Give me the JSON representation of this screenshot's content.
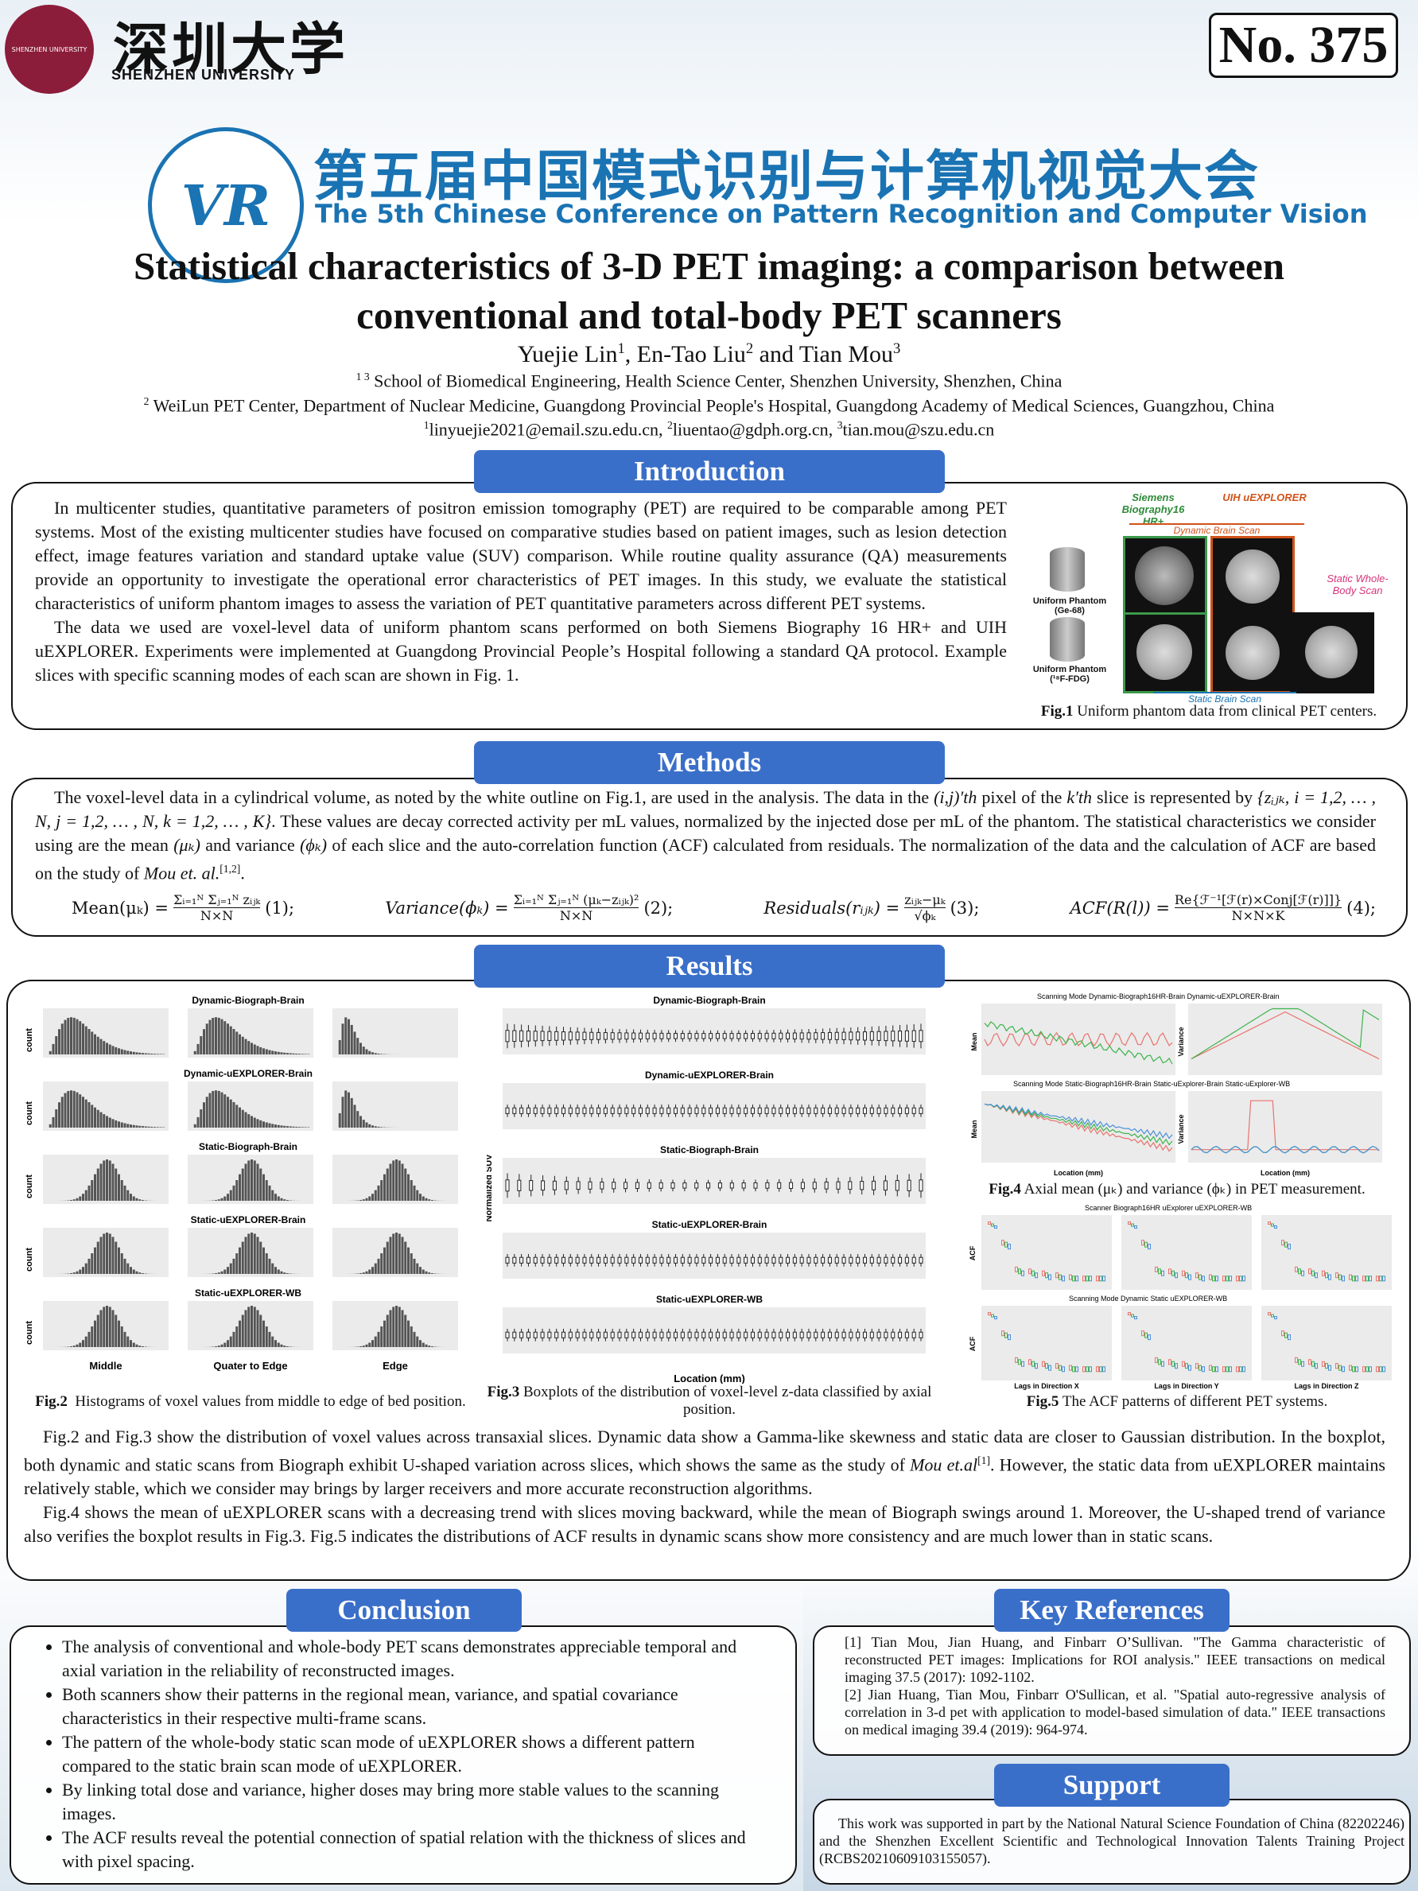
{
  "header": {
    "university_cn": "深圳大学",
    "university_en": "SHENZHEN UNIVERSITY",
    "poster_no": "No. 375",
    "conference_cn": "第五届中国模式识别与计算机视觉大会",
    "conference_en": "The 5th Chinese Conference on Pattern Recognition and Computer Vision",
    "logo_text": "VR"
  },
  "paper": {
    "title_line1": "Statistical characteristics of 3-D PET imaging: a comparison between",
    "title_line2": "conventional and total-body PET scanners",
    "authors": [
      {
        "name": "Yuejie Lin",
        "sup": "1"
      },
      {
        "name": "En-Tao Liu",
        "sup": "2"
      },
      {
        "name": "Tian Mou",
        "sup": "3"
      }
    ],
    "affiliation1": {
      "sup": "1 3",
      "text": "School of Biomedical Engineering, Health Science Center, Shenzhen University, Shenzhen, China"
    },
    "affiliation2": {
      "sup": "2",
      "text": "WeiLun PET Center, Department of Nuclear Medicine, Guangdong Provincial People's Hospital, Guangdong Academy of Medical Sciences, Guangzhou, China"
    },
    "emails": [
      {
        "sup": "1",
        "addr": "linyuejie2021@email.szu.edu.cn"
      },
      {
        "sup": "2",
        "addr": "liuentao@gdph.org.cn"
      },
      {
        "sup": "3",
        "addr": "tian.mou@szu.edu.cn"
      }
    ]
  },
  "introduction": {
    "heading": "Introduction",
    "p1": "In multicenter studies, quantitative parameters of positron emission tomography (PET) are required to be comparable among PET systems. Most of the existing multicenter studies have focused on comparative studies based on patient images, such as lesion detection effect, image features variation and standard uptake value (SUV) comparison. While routine quality assurance (QA) measurements provide an opportunity to investigate the operational error characteristics of PET images. In this study, we evaluate the statistical characteristics of uniform phantom images to assess the variation of PET quantitative parameters across different PET systems.",
    "p2": "The data we used are voxel-level data of uniform phantom scans performed on both Siemens Biography 16 HR+ and UIH uEXPLORER. Experiments were implemented at Guangdong Provincial People’s Hospital following a standard QA protocol. Example slices with specific scanning modes of each scan are shown in Fig. 1.",
    "fig1": {
      "siemens": "Siemens Biography16 HR+",
      "uih": "UIH uEXPLORER",
      "dynamic": "Dynamic Brain Scan",
      "static_wb": "Static Whole-Body Scan",
      "static_brain": "Static Brain Scan",
      "phantom1": "Uniform Phantom (Ge-68)",
      "phantom2": "Uniform Phantom (¹⁸F-FDG)",
      "caption_label": "Fig.1",
      "caption": "Uniform phantom data from clinical PET centers."
    }
  },
  "methods": {
    "heading": "Methods",
    "p1a": "The voxel-level data in a cylindrical volume, as noted by the white outline on Fig.1, are used in the analysis. The data in the ",
    "p1b": "(i,j)′th",
    "p1c": " pixel of the ",
    "p1d": "k′th",
    "p1e": " slice is represented by ",
    "p1f": "{zᵢⱼₖ, i = 1,2, … , N, j = 1,2, … , N, k = 1,2, … , K}",
    "p1g": ". These values are decay corrected activity per mL values, normalized by the injected dose per mL of the phantom. The statistical characteristics we consider using are the mean ",
    "p1h": "(μₖ)",
    "p1i": " and variance ",
    "p1j": "(ϕₖ)",
    "p1k": " of each slice and the auto-correlation function (ACF) calculated from residuals. The normalization of the data and the calculation of ACF are based on the study of ",
    "p1l": "Mou et. al.",
    "p1m": "[1,2]",
    "p1n": ".",
    "formulas": [
      {
        "lhs": "Mean(μₖ) =",
        "num": "Σᵢ₌₁ᴺ Σⱼ₌₁ᴺ zᵢⱼₖ",
        "den": "N×N",
        "tag": "(1);"
      },
      {
        "lhs": "Variance(ϕₖ) =",
        "num": "Σᵢ₌₁ᴺ Σⱼ₌₁ᴺ (μₖ−zᵢⱼₖ)²",
        "den": "N×N",
        "tag": "(2);"
      },
      {
        "lhs": "Residuals(rᵢⱼₖ) =",
        "num": "zᵢⱼₖ−μₖ",
        "den": "√ϕₖ",
        "tag": "(3);"
      },
      {
        "lhs": "ACF(R(l)) =",
        "num": "Re{ℱ⁻¹[ℱ(r)×Conj[ℱ(r)]]}",
        "den": "N×N×K",
        "tag": "(4);"
      }
    ]
  },
  "results": {
    "heading": "Results",
    "fig2": {
      "rows": [
        "Dynamic-Biograph-Brain",
        "Dynamic-uEXPLORER-Brain",
        "Static-Biograph-Brain",
        "Static-uEXPLORER-Brain",
        "Static-uEXPLORER-WB"
      ],
      "ylabel": "count",
      "cols": [
        "Middle",
        "Quater to Edge",
        "Edge"
      ],
      "caption_label": "Fig.2",
      "caption": "Histograms of voxel values from middle to edge of bed position."
    },
    "fig3": {
      "rows": [
        "Dynamic-Biograph-Brain",
        "Dynamic-uEXPLORER-Brain",
        "Static-Biograph-Brain",
        "Static-uEXPLORER-Brain",
        "Static-uEXPLORER-WB"
      ],
      "ylabel": "Normalized SUV",
      "xlabel": "Location (mm)",
      "caption_label": "Fig.3",
      "caption": "Boxplots of the distribution of voxel-level z-data classified by axial position."
    },
    "fig4": {
      "legend1_title": "Scanning Mode",
      "legend1": [
        "Dynamic-Biograph16HR-Brain",
        "Dynamic-uEXPLORER-Brain"
      ],
      "legend2_title": "Scanning Mode",
      "legend2": [
        "Static-Biograph16HR-Brain",
        "Static-uExplorer-Brain",
        "Static-uExplorer-WB"
      ],
      "ylabel_mean": "Mean",
      "ylabel_var": "Variance",
      "xlabel": "Location (mm)",
      "caption_label": "Fig.4",
      "caption": "Axial mean (μₖ) and variance (ϕₖ) in PET measurement."
    },
    "fig5": {
      "legend1_title": "Scanner",
      "legend1": [
        "Biograph16HR",
        "uExplorer",
        "uEXPLORER-WB"
      ],
      "legend2_title": "Scanning Mode",
      "legend2": [
        "Dynamic",
        "Static",
        "uEXPLORER-WB"
      ],
      "ylabel": "ACF",
      "xlabels": [
        "Lags in Direction X",
        "Lags in Direction Y",
        "Lags in Direction Z"
      ],
      "caption_label": "Fig.5",
      "caption": "The ACF patterns of different PET systems."
    },
    "p1a": "Fig.2 and Fig.3 show the distribution of voxel values across transaxial slices. Dynamic data show a Gamma-like skewness and static data are closer to Gaussian distribution. In the boxplot, both dynamic and static scans from Biograph exhibit U-shaped variation across slices, which shows the same as the study of ",
    "p1b": "Mou et.al",
    "p1c": "[1]",
    "p1d": ". However, the static data from uEXPLORER maintains relatively stable, which we consider may brings by larger receivers and more accurate reconstruction algorithms.",
    "p2": "Fig.4 shows the mean of uEXPLORER scans with a decreasing trend with slices moving backward, while the mean of Biograph swings around 1. Moreover, the U-shaped trend of variance also verifies the boxplot results in Fig.3. Fig.5 indicates the distributions of ACF results in dynamic scans show more consistency and are much lower than in static scans."
  },
  "conclusion": {
    "heading": "Conclusion",
    "items": [
      "The analysis of conventional and whole-body PET scans demonstrates appreciable temporal and axial variation in the reliability of reconstructed images.",
      "Both scanners show their patterns in the regional mean, variance, and spatial covariance characteristics in their respective multi-frame scans.",
      "The pattern of the whole-body static scan mode of uEXPLORER shows a different pattern compared to the static brain scan mode of uEXPLORER.",
      "By linking total dose and variance, higher doses may bring more stable values to the scanning images.",
      "The ACF results reveal the potential connection of spatial relation with the thickness of slices and with pixel spacing."
    ]
  },
  "references": {
    "heading": "Key References",
    "items": [
      "[1] Tian Mou, Jian Huang, and Finbarr O’Sullivan. \"The Gamma characteristic of reconstructed PET images: Implications for ROI analysis.\" IEEE transactions on medical imaging 37.5 (2017): 1092-1102.",
      "[2] Jian Huang, Tian Mou, Finbarr O'Sullican, et al. \"Spatial auto-regressive analysis of correlation in 3-d pet with application to model-based simulation of data.\" IEEE transactions on medical imaging 39.4 (2019): 964-974."
    ]
  },
  "support": {
    "heading": "Support",
    "text": "This work was supported in part by the National Natural Science Foundation of China (82202246) and the Shenzhen Excellent Scientific and Technological Innovation Talents Training Project (RCBS20210609103155057)."
  },
  "colors": {
    "accent": "#3a6fc9",
    "conference": "#1a73b3",
    "seal": "#8c1d3a",
    "series_red": "#e8736c",
    "series_green": "#3cb44b",
    "series_blue": "#4a90d9"
  }
}
